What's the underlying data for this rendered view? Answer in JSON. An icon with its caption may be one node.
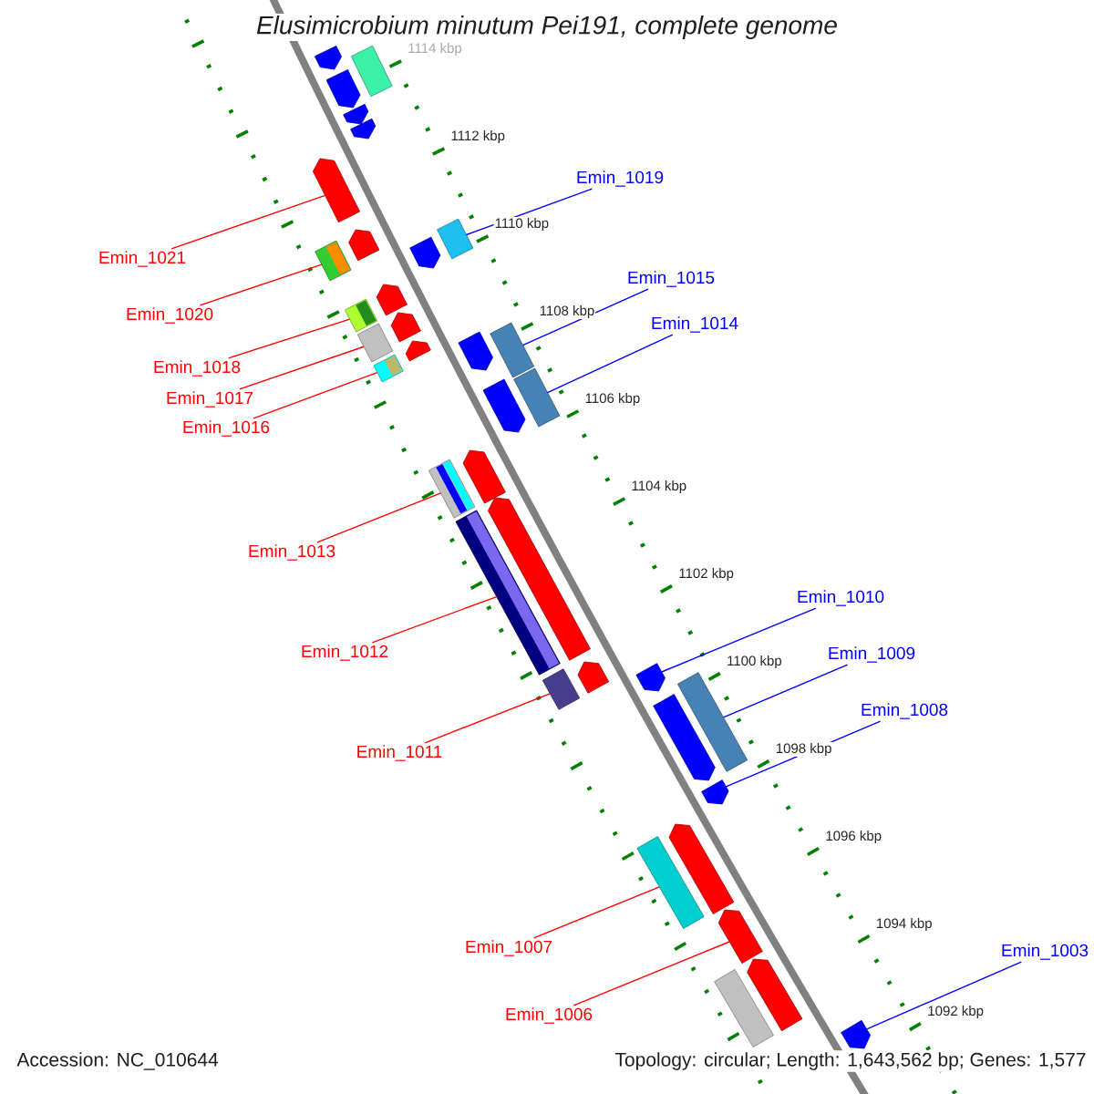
{
  "diagram": {
    "title": "Elusimicrobium minutum Pei191, complete genome",
    "nodes": [
      {
        "text": [
          "Emin_1019"
        ]
      },
      {
        "text": [
          "Emin_1021"
        ]
      },
      {
        "text": [
          "Emin_1015"
        ]
      },
      {
        "text": [
          "Emin_1020"
        ]
      },
      {
        "text": [
          "Emin_1014"
        ]
      },
      {
        "text": [
          "Emin_1018"
        ]
      },
      {
        "text": [
          "Emin_1017"
        ]
      },
      {
        "text": [
          "Emin_1016"
        ]
      },
      {
        "text": [
          "Emin_1013"
        ]
      },
      {
        "text": [
          "Emin_1010"
        ]
      },
      {
        "text": [
          "Emin_1012"
        ]
      },
      {
        "text": [
          "Emin_1009"
        ]
      },
      {
        "text": [
          "Emin_1008"
        ]
      },
      {
        "text": [
          "Emin_1011"
        ]
      },
      {
        "text": [
          "Emin_1007"
        ]
      },
      {
        "text": [
          "Emin_1003"
        ]
      },
      {
        "text": [
          "Emin_1006"
        ]
      },
      {
        "text": [],
        "shape": "pentagon"
      },
      {
        "text": [],
        "shape": "box"
      },
      {
        "text": [],
        "shape": "pentagon"
      },
      {
        "text": [],
        "shape": "pentagon"
      },
      {
        "text": [],
        "shape": "pentagon"
      },
      {
        "text": [],
        "shape": "pentagon"
      },
      {
        "text": [],
        "shape": "box"
      },
      {
        "text": [],
        "shape": "pentagon"
      },
      {
        "text": [],
        "shape": "pentagon"
      },
      {
        "text": [],
        "shape": "box"
      },
      {
        "text": [],
        "shape": "pentagon"
      },
      {
        "text": [],
        "shape": "box"
      },
      {
        "text": [],
        "shape": "pentagon"
      },
      {
        "text": [],
        "shape": "box"
      },
      {
        "text": [],
        "shape": "pentagon"
      },
      {
        "text": [],
        "shape": "box"
      },
      {
        "text": [],
        "shape": "pentagon"
      },
      {
        "text": [],
        "shape": "box"
      },
      {
        "text": [],
        "shape": "box"
      },
      {
        "text": [],
        "shape": "pentagon"
      },
      {
        "text": [],
        "shape": "pentagon"
      },
      {
        "text": [],
        "shape": "box"
      },
      {
        "text": [],
        "shape": "pentagon"
      },
      {
        "text": [],
        "shape": "box"
      },
      {
        "text": [],
        "shape": "pentagon"
      },
      {
        "text": [],
        "shape": "pentagon"
      },
      {
        "text": [],
        "shape": "box"
      },
      {
        "text": [],
        "shape": "box"
      },
      {
        "text": [],
        "shape": "pentagon"
      },
      {
        "text": [],
        "shape": "pentagon"
      },
      {
        "text": [],
        "shape": "pentagon"
      },
      {
        "text": [],
        "shape": "box"
      },
      {
        "text": [],
        "shape": "pentagon"
      },
      {
        "text": [],
        "shape": "pentagon"
      },
      {
        "text": [],
        "shape": "box"
      },
      {
        "text": [],
        "shape": "pentagon"
      }
    ],
    "edges": [
      {
        "from": 0,
        "to": 23,
        "arrow": "none",
        "color": "#0000ff"
      },
      {
        "from": 1,
        "to": 22,
        "arrow": "none"
      },
      {
        "from": 2,
        "to": 32,
        "arrow": "none",
        "color": "#0000ff"
      },
      {
        "from": 3,
        "to": 26,
        "arrow": "none"
      },
      {
        "from": 4,
        "to": 35,
        "arrow": "none",
        "color": "#0000ff"
      },
      {
        "from": 5,
        "to": 28,
        "arrow": "none"
      },
      {
        "from": 6,
        "to": 30,
        "arrow": "none"
      },
      {
        "from": 7,
        "to": 34,
        "arrow": "none"
      },
      {
        "from": 8,
        "to": 38,
        "arrow": "none"
      },
      {
        "from": 9,
        "to": 41,
        "arrow": "none",
        "color": "#0000ff"
      },
      {
        "from": 10,
        "to": 40,
        "arrow": "none"
      },
      {
        "from": 11,
        "to": 44,
        "arrow": "none",
        "color": "#0000ff"
      },
      {
        "from": 12,
        "to": 46,
        "arrow": "none",
        "color": "#0000ff"
      },
      {
        "from": 13,
        "to": 43,
        "arrow": "none"
      },
      {
        "from": 14,
        "to": 48,
        "arrow": "none"
      },
      {
        "from": 15,
        "to": 52,
        "arrow": "none",
        "color": "#0000ff"
      },
      {
        "from": 16,
        "to": 49,
        "arrow": "none"
      }
    ],
    "labels": [
      "1114 kbp",
      "1112 kbp",
      "1110 kbp",
      "1108 kbp",
      "1106 kbp",
      "1104 kbp",
      "1102 kbp",
      "1100 kbp",
      "1098 kbp",
      "1096 kbp",
      "1094 kbp",
      "1092 kbp",
      "Accession: NC_010644",
      "Topology: circular; Length: 1,643,562 bp; Genes: 1,577"
    ]
  }
}
